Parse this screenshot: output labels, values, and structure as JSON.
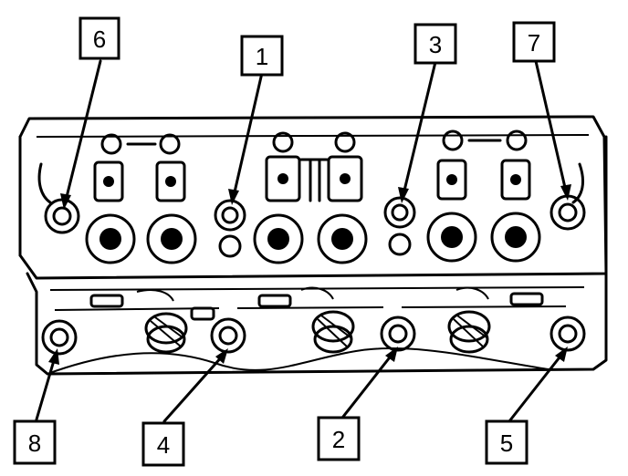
{
  "figure": {
    "type": "cylinder-head-bolt-tightening-sequence",
    "stroke_color": "#000000",
    "background_color": "#ffffff"
  },
  "callouts": [
    {
      "id": "6",
      "label": "6"
    },
    {
      "id": "1",
      "label": "1"
    },
    {
      "id": "3",
      "label": "3"
    },
    {
      "id": "7",
      "label": "7"
    },
    {
      "id": "8",
      "label": "8"
    },
    {
      "id": "4",
      "label": "4"
    },
    {
      "id": "2",
      "label": "2"
    },
    {
      "id": "5",
      "label": "5"
    }
  ]
}
